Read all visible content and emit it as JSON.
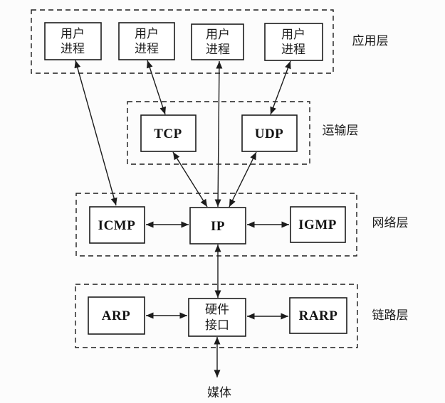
{
  "diagram": {
    "type": "protocol-stack",
    "layers": [
      {
        "id": "application",
        "label": "应用层"
      },
      {
        "id": "transport",
        "label": "运输层"
      },
      {
        "id": "network",
        "label": "网络层"
      },
      {
        "id": "link",
        "label": "链路层"
      }
    ],
    "boxes": {
      "user_process": {
        "line1": "用户",
        "line2": "进程"
      },
      "tcp": "TCP",
      "udp": "UDP",
      "icmp": "ICMP",
      "ip": "IP",
      "igmp": "IGMP",
      "arp": "ARP",
      "hw_interface": {
        "line1": "硬件",
        "line2": "接口"
      },
      "rarp": "RARP"
    },
    "media_label": "媒体",
    "connections": [
      {
        "from": "user-process-1",
        "to": "icmp",
        "bidirectional": true
      },
      {
        "from": "user-process-2",
        "to": "tcp",
        "bidirectional": true
      },
      {
        "from": "user-process-3",
        "to": "ip",
        "bidirectional": true
      },
      {
        "from": "user-process-4",
        "to": "udp",
        "bidirectional": true
      },
      {
        "from": "tcp",
        "to": "ip",
        "bidirectional": true
      },
      {
        "from": "udp",
        "to": "ip",
        "bidirectional": true
      },
      {
        "from": "icmp",
        "to": "ip",
        "bidirectional": true
      },
      {
        "from": "ip",
        "to": "igmp",
        "bidirectional": true
      },
      {
        "from": "ip",
        "to": "hw-interface",
        "bidirectional": true
      },
      {
        "from": "arp",
        "to": "hw-interface",
        "bidirectional": true
      },
      {
        "from": "hw-interface",
        "to": "rarp",
        "bidirectional": true
      },
      {
        "from": "hw-interface",
        "to": "media",
        "bidirectional": true
      }
    ],
    "colors": {
      "line": "#1c1c1c",
      "background": "#fcfcfc",
      "box_fill": "#ffffff"
    }
  }
}
